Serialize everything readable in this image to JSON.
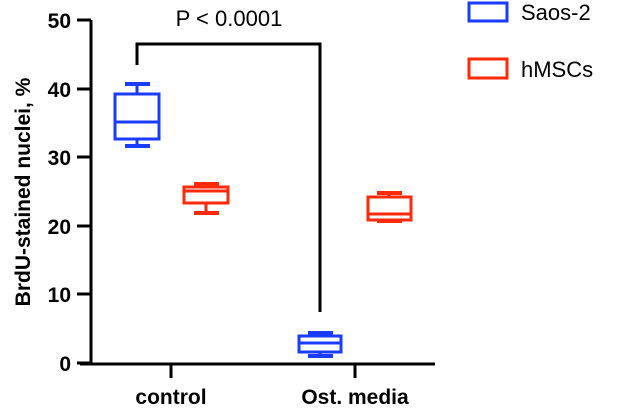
{
  "chart_data": {
    "type": "box",
    "title": "",
    "xlabel": "",
    "ylabel": "BrdU-stained nuclei, %",
    "ylim": [
      0,
      50
    ],
    "yticks": [
      0,
      10,
      20,
      30,
      40,
      50
    ],
    "categories": [
      "control",
      "Ost. media"
    ],
    "grid": false,
    "legend_position": "top-right",
    "series": [
      {
        "name": "Saos-2",
        "color": "#1a3cff",
        "boxes": [
          {
            "min": 31.6,
            "q1": 32.7,
            "median": 35.1,
            "q3": 39.4,
            "max": 40.7
          },
          {
            "min": 1.0,
            "q1": 1.6,
            "median": 2.9,
            "q3": 4.1,
            "max": 4.4
          }
        ]
      },
      {
        "name": "hMSCs",
        "color": "#ff2a0a",
        "boxes": [
          {
            "min": 21.9,
            "q1": 23.3,
            "median": 25.1,
            "q3": 25.8,
            "max": 26.2
          },
          {
            "min": 20.6,
            "q1": 20.8,
            "median": 21.7,
            "q3": 24.2,
            "max": 24.8
          }
        ]
      }
    ],
    "annotations": [
      {
        "text": "P < 0.0001",
        "from": "Saos-2 control",
        "to": "Saos-2 Ost. media"
      }
    ]
  },
  "labels": {
    "ylabel": "BrdU-stained nuclei, %",
    "yticks": [
      "0",
      "10",
      "20",
      "30",
      "40",
      "50"
    ],
    "categories": [
      "control",
      "Ost. media"
    ],
    "legend": [
      "Saos-2",
      "hMSCs"
    ],
    "pvalue": "P < 0.0001"
  }
}
